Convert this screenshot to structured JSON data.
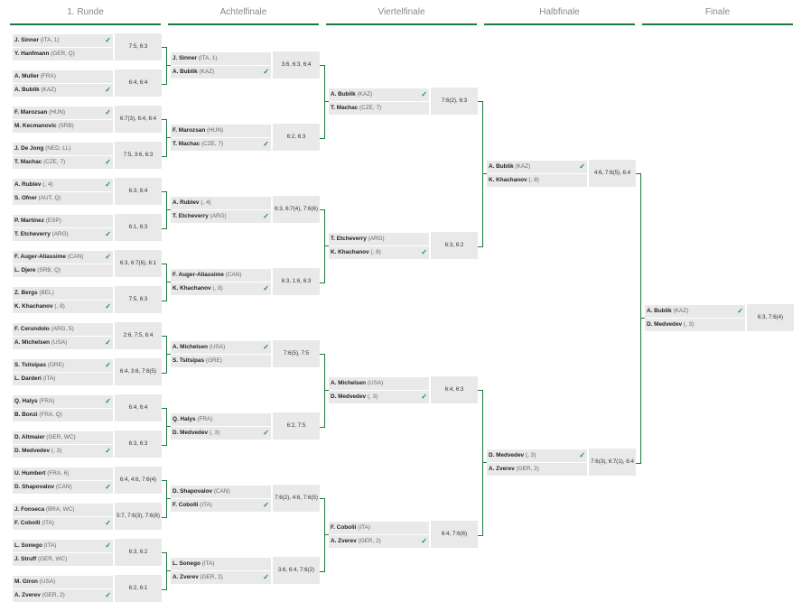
{
  "rounds": [
    "1. Runde",
    "Achtelfinale",
    "Viertelfinale",
    "Halbfinale",
    "Finale"
  ],
  "check_glyph": "✓",
  "matches": [
    [
      {
        "p1": {
          "name": "J. Sinner",
          "extra": "(ITA, 1)",
          "winner": true
        },
        "p2": {
          "name": "Y. Hanfmann",
          "extra": "(GER, Q)",
          "winner": false
        },
        "score": "7:5, 6:3"
      },
      {
        "p1": {
          "name": "A. Muller",
          "extra": "(FRA)",
          "winner": false
        },
        "p2": {
          "name": "A. Bublik",
          "extra": "(KAZ)",
          "winner": true
        },
        "score": "6:4, 6:4"
      },
      {
        "p1": {
          "name": "F. Marozsan",
          "extra": "(HUN)",
          "winner": true
        },
        "p2": {
          "name": "M. Kecmanovic",
          "extra": "(SRB)",
          "winner": false
        },
        "score": "6:7(3), 6:4, 6:4"
      },
      {
        "p1": {
          "name": "J. De Jong",
          "extra": "(NED, LL)",
          "winner": false
        },
        "p2": {
          "name": "T. Machac",
          "extra": "(CZE, 7)",
          "winner": true
        },
        "score": "7:5, 3:6, 6:3"
      },
      {
        "p1": {
          "name": "A. Rublev",
          "extra": "(, 4)",
          "winner": true
        },
        "p2": {
          "name": "S. Ofner",
          "extra": "(AUT, Q)",
          "winner": false
        },
        "score": "6:3, 6:4"
      },
      {
        "p1": {
          "name": "P. Martinez",
          "extra": "(ESP)",
          "winner": false
        },
        "p2": {
          "name": "T. Etcheverry",
          "extra": "(ARG)",
          "winner": true
        },
        "score": "6:1, 6:3"
      },
      {
        "p1": {
          "name": "F. Auger-Aliassime",
          "extra": "(CAN)",
          "winner": true
        },
        "p2": {
          "name": "L. Djere",
          "extra": "(SRB, Q)",
          "winner": false
        },
        "score": "6:3, 6:7(6), 6:1"
      },
      {
        "p1": {
          "name": "Z. Bergs",
          "extra": "(BEL)",
          "winner": false
        },
        "p2": {
          "name": "K. Khachanov",
          "extra": "(, 8)",
          "winner": true
        },
        "score": "7:5, 6:3"
      },
      {
        "p1": {
          "name": "F. Cerundolo",
          "extra": "(ARG, 5)",
          "winner": false
        },
        "p2": {
          "name": "A. Michelsen",
          "extra": "(USA)",
          "winner": true
        },
        "score": "2:6, 7:5, 6:4"
      },
      {
        "p1": {
          "name": "S. Tsitsipas",
          "extra": "(GRE)",
          "winner": true
        },
        "p2": {
          "name": "L. Darderi",
          "extra": "(ITA)",
          "winner": false
        },
        "score": "6:4, 3:6, 7:6(5)"
      },
      {
        "p1": {
          "name": "Q. Halys",
          "extra": "(FRA)",
          "winner": true
        },
        "p2": {
          "name": "B. Bonzi",
          "extra": "(FRA, Q)",
          "winner": false
        },
        "score": "6:4, 6:4"
      },
      {
        "p1": {
          "name": "D. Altmaier",
          "extra": "(GER, WC)",
          "winner": false
        },
        "p2": {
          "name": "D. Medvedev",
          "extra": "(, 3)",
          "winner": true
        },
        "score": "6:3, 6:3"
      },
      {
        "p1": {
          "name": "U. Humbert",
          "extra": "(FRA, 6)",
          "winner": false
        },
        "p2": {
          "name": "D. Shapovalov",
          "extra": "(CAN)",
          "winner": true
        },
        "score": "6:4, 4:6, 7:6(4)"
      },
      {
        "p1": {
          "name": "J. Fonseca",
          "extra": "(BRA, WC)",
          "winner": false
        },
        "p2": {
          "name": "F. Cobolli",
          "extra": "(ITA)",
          "winner": true
        },
        "score": "5:7, 7:6(3), 7:6(8)"
      },
      {
        "p1": {
          "name": "L. Sonego",
          "extra": "(ITA)",
          "winner": true
        },
        "p2": {
          "name": "J. Struff",
          "extra": "(GER, WC)",
          "winner": false
        },
        "score": "6:3, 6:2"
      },
      {
        "p1": {
          "name": "M. Giron",
          "extra": "(USA)",
          "winner": false
        },
        "p2": {
          "name": "A. Zverev",
          "extra": "(GER, 2)",
          "winner": true
        },
        "score": "6:2, 6:1"
      }
    ],
    [
      {
        "p1": {
          "name": "J. Sinner",
          "extra": "(ITA, 1)",
          "winner": false
        },
        "p2": {
          "name": "A. Bublik",
          "extra": "(KAZ)",
          "winner": true
        },
        "score": "3:6, 6:3, 6:4"
      },
      {
        "p1": {
          "name": "F. Marozsan",
          "extra": "(HUN)",
          "winner": false
        },
        "p2": {
          "name": "T. Machac",
          "extra": "(CZE, 7)",
          "winner": true
        },
        "score": "6:2, 6:3"
      },
      {
        "p1": {
          "name": "A. Rublev",
          "extra": "(, 4)",
          "winner": false
        },
        "p2": {
          "name": "T. Etcheverry",
          "extra": "(ARG)",
          "winner": true
        },
        "score": "6:3, 6:7(4), 7:6(6)"
      },
      {
        "p1": {
          "name": "F. Auger-Aliassime",
          "extra": "(CAN)",
          "winner": false
        },
        "p2": {
          "name": "K. Khachanov",
          "extra": "(, 8)",
          "winner": true
        },
        "score": "6:3, 1:6, 6:3"
      },
      {
        "p1": {
          "name": "A. Michelsen",
          "extra": "(USA)",
          "winner": true
        },
        "p2": {
          "name": "S. Tsitsipas",
          "extra": "(GRE)",
          "winner": false
        },
        "score": "7:6(5), 7:5"
      },
      {
        "p1": {
          "name": "Q. Halys",
          "extra": "(FRA)",
          "winner": false
        },
        "p2": {
          "name": "D. Medvedev",
          "extra": "(, 3)",
          "winner": true
        },
        "score": "6:2, 7:5"
      },
      {
        "p1": {
          "name": "D. Shapovalov",
          "extra": "(CAN)",
          "winner": false
        },
        "p2": {
          "name": "F. Cobolli",
          "extra": "(ITA)",
          "winner": true
        },
        "score": "7:6(2), 4:6, 7:6(5)"
      },
      {
        "p1": {
          "name": "L. Sonego",
          "extra": "(ITA)",
          "winner": false
        },
        "p2": {
          "name": "A. Zverev",
          "extra": "(GER, 2)",
          "winner": true
        },
        "score": "3:6, 6:4, 7:6(2)"
      }
    ],
    [
      {
        "p1": {
          "name": "A. Bublik",
          "extra": "(KAZ)",
          "winner": true
        },
        "p2": {
          "name": "T. Machac",
          "extra": "(CZE, 7)",
          "winner": false
        },
        "score": "7:6(2), 6:3"
      },
      {
        "p1": {
          "name": "T. Etcheverry",
          "extra": "(ARG)",
          "winner": false
        },
        "p2": {
          "name": "K. Khachanov",
          "extra": "(, 8)",
          "winner": true
        },
        "score": "6:3, 6:2"
      },
      {
        "p1": {
          "name": "A. Michelsen",
          "extra": "(USA)",
          "winner": false
        },
        "p2": {
          "name": "D. Medvedev",
          "extra": "(, 3)",
          "winner": true
        },
        "score": "6:4, 6:3"
      },
      {
        "p1": {
          "name": "F. Cobolli",
          "extra": "(ITA)",
          "winner": false
        },
        "p2": {
          "name": "A. Zverev",
          "extra": "(GER, 2)",
          "winner": true
        },
        "score": "6:4, 7:6(6)"
      }
    ],
    [
      {
        "p1": {
          "name": "A. Bublik",
          "extra": "(KAZ)",
          "winner": true
        },
        "p2": {
          "name": "K. Khachanov",
          "extra": "(, 8)",
          "winner": false
        },
        "score": "4:6, 7:6(5), 6:4"
      },
      {
        "p1": {
          "name": "D. Medvedev",
          "extra": "(, 3)",
          "winner": true
        },
        "p2": {
          "name": "A. Zverev",
          "extra": "(GER, 2)",
          "winner": false
        },
        "score": "7:6(3), 6:7(1), 6:4"
      }
    ],
    [
      {
        "p1": {
          "name": "A. Bublik",
          "extra": "(KAZ)",
          "winner": true
        },
        "p2": {
          "name": "D. Medvedev",
          "extra": "(, 3)",
          "winner": false
        },
        "score": "6:3, 7:6(4)"
      }
    ]
  ]
}
